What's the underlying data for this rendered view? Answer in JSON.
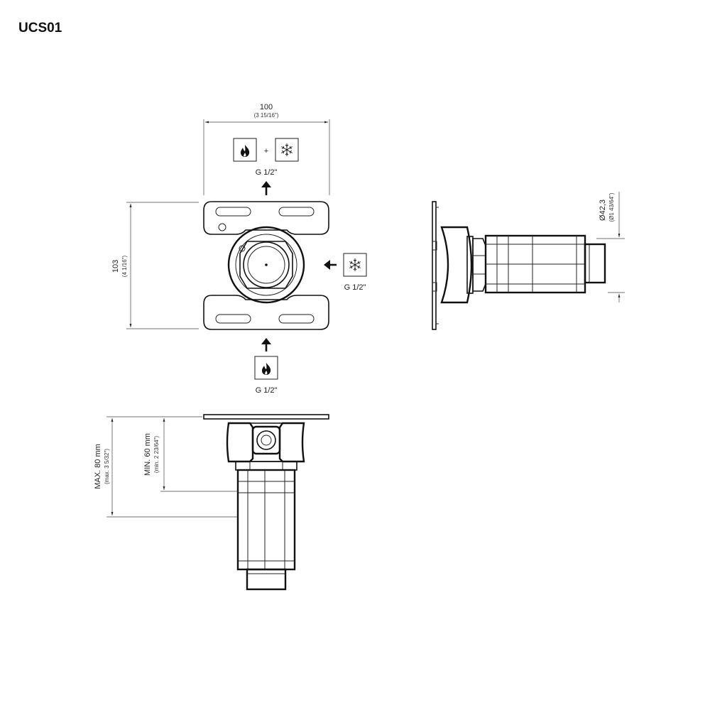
{
  "title": "UCS01",
  "front_view": {
    "width_mm": "100",
    "width_in": "(3 15/16\")",
    "height_mm": "103",
    "height_in": "(4 1/16\")",
    "top_inlet": {
      "connector": "G 1/2\"",
      "plus_sign": "+",
      "icons": [
        "flame-icon",
        "snowflake-icon"
      ]
    },
    "right_inlet": {
      "connector": "G 1/2\"",
      "icons": [
        "snowflake-icon"
      ]
    },
    "bottom_inlet": {
      "connector": "G 1/2\"",
      "icons": [
        "flame-icon"
      ]
    }
  },
  "side_view": {
    "diameter_mm": "Ø42,3",
    "diameter_in": "(Ø1 43/64\")"
  },
  "bottom_view": {
    "max_depth_mm": "MAX. 80 mm",
    "max_depth_in": "(max. 3 5/32\")",
    "min_depth_mm": "MIN. 60 mm",
    "min_depth_in": "(min. 2 23/64\")"
  }
}
